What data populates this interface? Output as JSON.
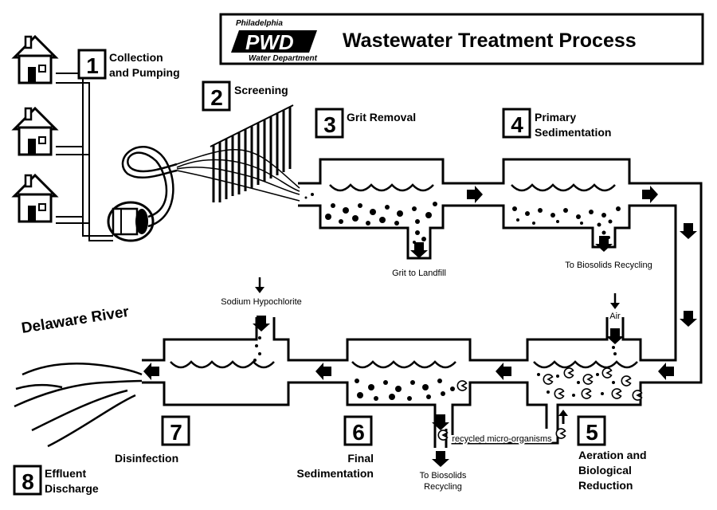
{
  "header": {
    "logo_org": "Philadelphia",
    "logo_mark": "PWD",
    "logo_dept": "Water Department",
    "title": "Wastewater Treatment Process"
  },
  "steps": [
    {
      "number": "1",
      "lines": [
        "Collection",
        "and Pumping"
      ]
    },
    {
      "number": "2",
      "lines": [
        "Screening"
      ]
    },
    {
      "number": "3",
      "lines": [
        "Grit Removal"
      ]
    },
    {
      "number": "4",
      "lines": [
        "Primary",
        "Sedimentation"
      ]
    },
    {
      "number": "5",
      "lines": [
        "Aeration and",
        "Biological",
        "Reduction"
      ]
    },
    {
      "number": "6",
      "lines": [
        "Final",
        "Sedimentation"
      ]
    },
    {
      "number": "7",
      "lines": [
        "Disinfection"
      ]
    },
    {
      "number": "8",
      "lines": [
        "Effluent",
        "Discharge"
      ]
    }
  ],
  "annotations": {
    "grit": "Grit to Landfill",
    "biosolids_primary": "To Biosolids Recycling",
    "sodium": "Sodium Hypochlorite",
    "air": "Air",
    "recycled": "recycled micro-organisms",
    "biosolids_final": [
      "To Biosolids",
      "Recycling"
    ]
  },
  "river": "Delaware River",
  "colors": {
    "ink": "#000000",
    "paper": "#ffffff"
  }
}
